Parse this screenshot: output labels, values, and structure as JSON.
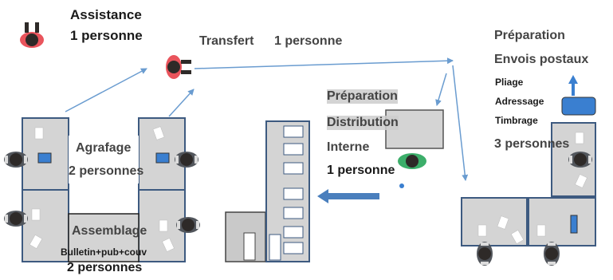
{
  "assistance": {
    "title": "Assistance",
    "count": "1 personne"
  },
  "transfert": {
    "title": "Transfert",
    "count": "1 personne"
  },
  "agrafage": {
    "title": "Agrafage",
    "count": "2 personnes"
  },
  "assemblage": {
    "title": "Assemblage",
    "detail": "Bulletin+pub+couv",
    "count": "2 personnes"
  },
  "distribution": {
    "lines": [
      "Préparation",
      "Distribution",
      "Interne"
    ],
    "count": "1 personne"
  },
  "postal": {
    "title": "Préparation",
    "subtitle": "Envois postaux",
    "tasks": [
      "Pliage",
      "Adressage",
      "Timbrage"
    ],
    "count": "3 personnes"
  },
  "colors": {
    "table": "#d4d4d4",
    "table_border": "#3d5a80",
    "arrow": "#6a9cd0",
    "flow_arrow": "#4a7fbd",
    "monitor": "#3a7fd0",
    "person_red": "#e9545c",
    "person_green": "#3cae6a"
  }
}
